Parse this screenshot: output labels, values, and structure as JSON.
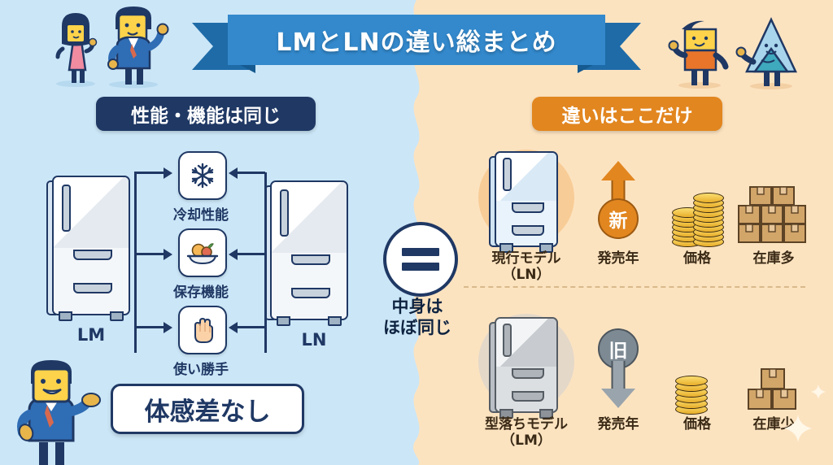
{
  "title": {
    "text": "LMとLNの違い総まとめ",
    "ribbon_color": "#3389cc",
    "tail_color": "#1e6ba8"
  },
  "sections": {
    "left_header": "性能・機能は同じ",
    "left_header_color": "#1f3864",
    "right_header": "違いはここだけ",
    "right_header_color": "#e2861f"
  },
  "background": {
    "left_color": "#cbe6f7",
    "right_color": "#fce3c0"
  },
  "left_panel": {
    "fridge_lm_label": "LM",
    "fridge_ln_label": "LN",
    "features": [
      {
        "icon": "snowflake-icon",
        "glyph": "❄",
        "label": "冷却性能"
      },
      {
        "icon": "fruit-bowl-icon",
        "glyph": "🍑",
        "label": "保存機能"
      },
      {
        "icon": "hand-icon",
        "glyph": "✋",
        "label": "使い勝手"
      }
    ],
    "callout": "体感差なし"
  },
  "center": {
    "equals_symbol": "=",
    "caption_line1": "中身は",
    "caption_line2": "ほぼ同じ"
  },
  "right_panel": {
    "rows": [
      {
        "model_label_line1": "現行モデル",
        "model_label_line2": "（LN）",
        "badge_text": "新",
        "badge_color": "#e2861f",
        "arrow_direction": "up",
        "release_label": "発売年",
        "price_label": "価格",
        "stock_label": "在庫多",
        "coin_stacks": [
          9,
          12
        ],
        "box_rows": [
          2,
          3,
          3
        ]
      },
      {
        "model_label_line1": "型落ちモデル",
        "model_label_line2": "（LM）",
        "badge_text": "旧",
        "badge_color": "#7d8a94",
        "arrow_direction": "down",
        "release_label": "発売年",
        "price_label": "価格",
        "stock_label": "在庫少",
        "coin_stacks": [
          7
        ],
        "box_rows": [
          1,
          2
        ]
      }
    ]
  },
  "mascots": {
    "top_left_female": "female-character",
    "top_left_male": "male-character-waving",
    "top_right_square": "square-character",
    "top_right_triangle": "triangle-character",
    "bottom_left_male": "male-character-presenting"
  }
}
